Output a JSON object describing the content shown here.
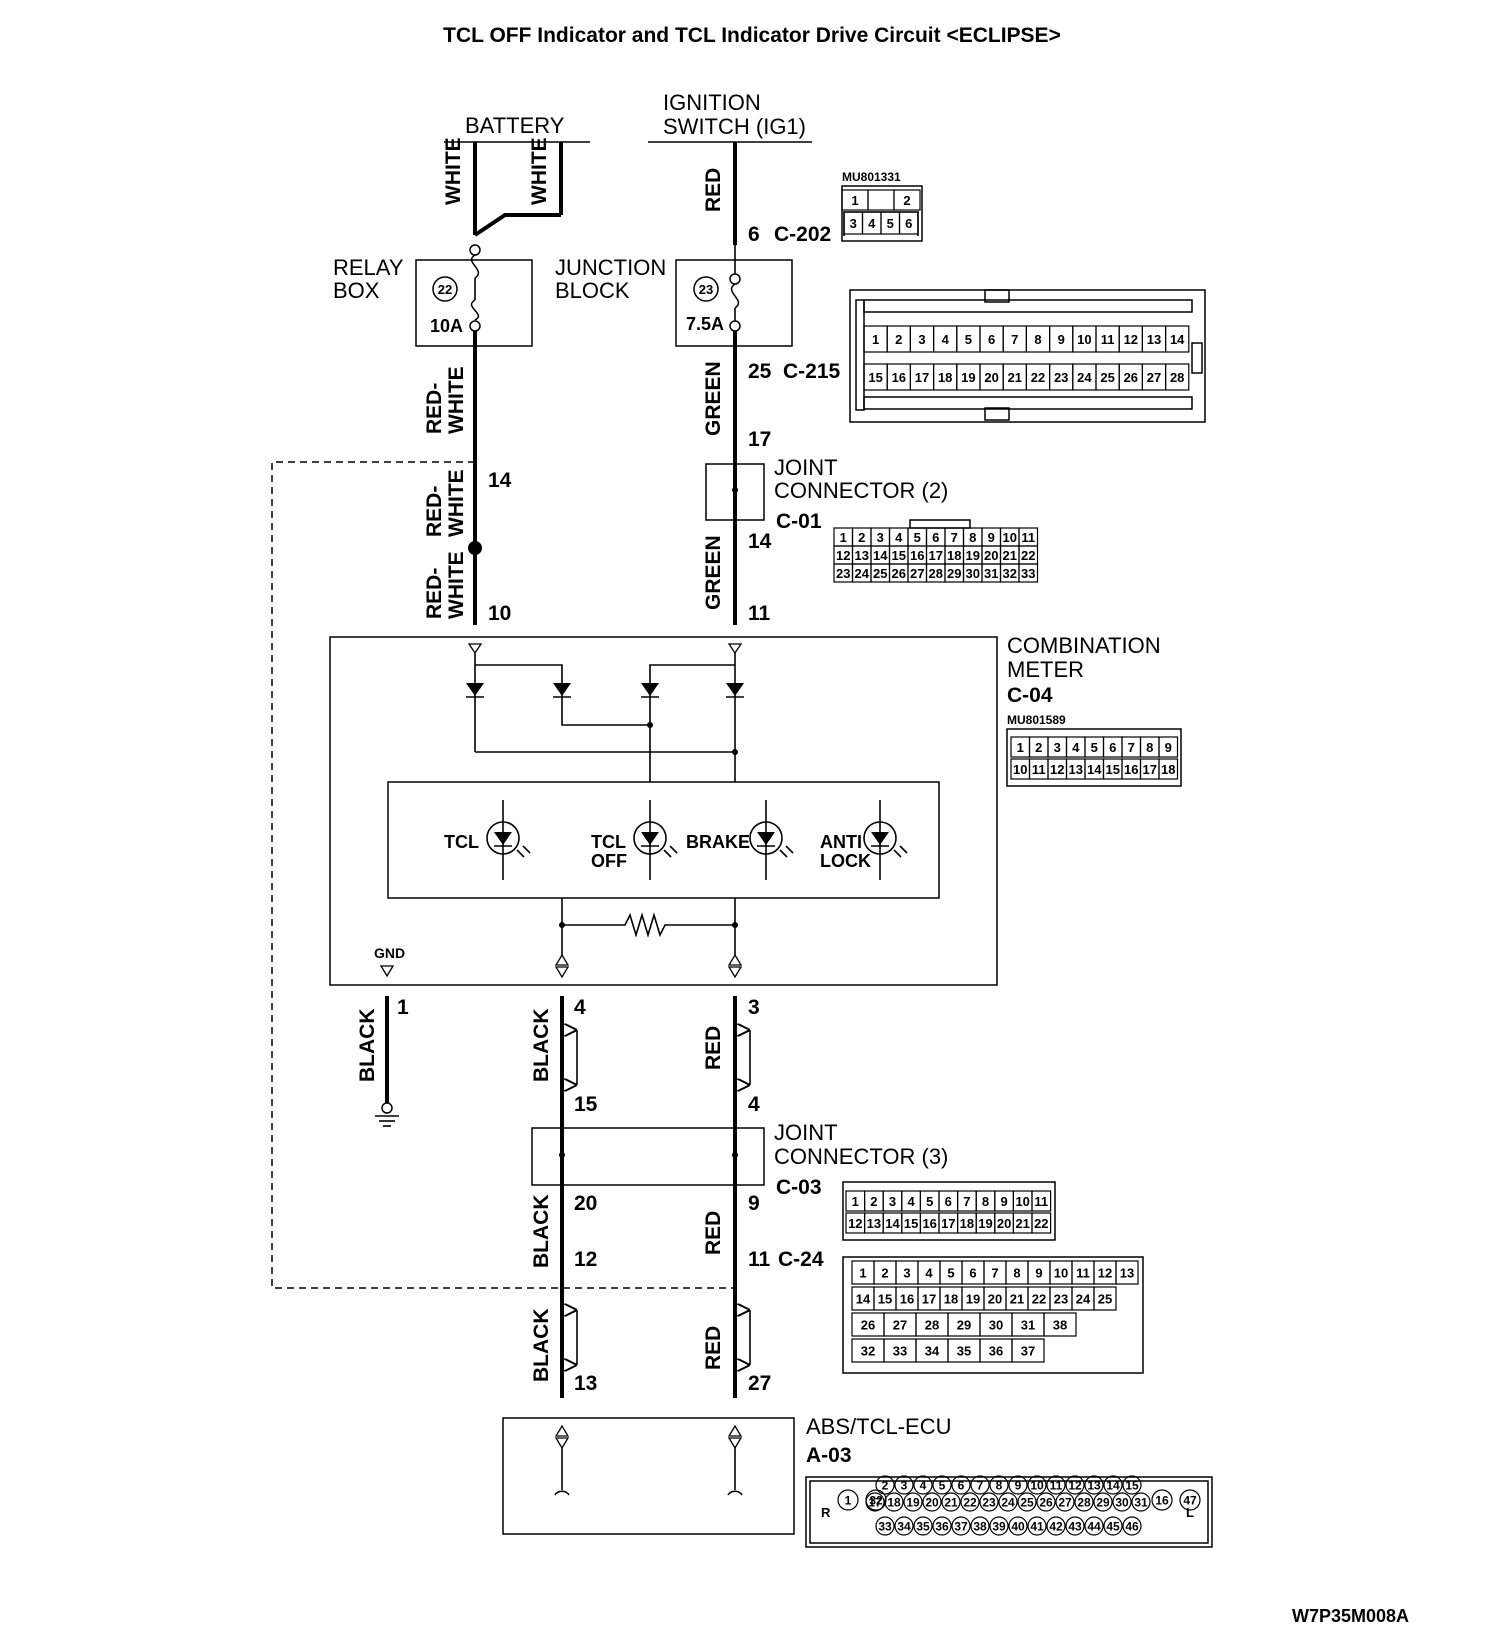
{
  "title": "TCL OFF Indicator and TCL Indicator Drive Circuit <ECLIPSE>",
  "figure_code": "W7P35M008A",
  "sources": {
    "battery": "BATTERY",
    "ignition_line1": "IGNITION",
    "ignition_line2": "SWITCH (IG1)"
  },
  "wires": {
    "white": "WHITE",
    "red": "RED",
    "red_white_1": "RED-",
    "red_white_2": "WHITE",
    "green": "GREEN",
    "black": "BLACK"
  },
  "relay_box": {
    "line1": "RELAY",
    "line2": "BOX",
    "fuse_no": "22",
    "fuse_rating": "10A"
  },
  "junction_block": {
    "line1": "JUNCTION",
    "line2": "BLOCK",
    "fuse_no": "23",
    "fuse_rating": "7.5A"
  },
  "joint2": {
    "line1": "JOINT",
    "line2": "CONNECTOR (2)",
    "code": "C-01"
  },
  "joint3": {
    "line1": "JOINT",
    "line2": "CONNECTOR (3)",
    "code": "C-03"
  },
  "meter": {
    "line1": "COMBINATION",
    "line2": "METER",
    "code": "C-04",
    "part": "MU801589",
    "gnd": "GND"
  },
  "ecu": {
    "name": "ABS/TCL-ECU",
    "code": "A-03"
  },
  "indicators": {
    "tcl": "TCL",
    "tcl_off_1": "TCL",
    "tcl_off_2": "OFF",
    "brake": "BRAKE",
    "antilock_1": "ANTI",
    "antilock_2": "LOCK"
  },
  "pins": {
    "p6": "6",
    "c202": "C-202",
    "p25": "25",
    "c215": "C-215",
    "p17": "17",
    "p14a": "14",
    "p14b": "14",
    "p10": "10",
    "p11a": "11",
    "p1": "1",
    "p4a": "4",
    "p3": "3",
    "p15": "15",
    "p4b": "4",
    "p20": "20",
    "p9": "9",
    "p12": "12",
    "p11b": "11",
    "c24": "C-24",
    "p13": "13",
    "p27": "27"
  },
  "conn_c202": {
    "part": "MU801331",
    "row1": [
      "1",
      "",
      "2"
    ],
    "row2": [
      "3",
      "4",
      "5",
      "6"
    ]
  },
  "conn_c215": {
    "row1": [
      "1",
      "2",
      "3",
      "4",
      "5",
      "6",
      "7",
      "8",
      "9",
      "10",
      "11",
      "12",
      "13",
      "14"
    ],
    "row2": [
      "15",
      "16",
      "17",
      "18",
      "19",
      "20",
      "21",
      "22",
      "23",
      "24",
      "25",
      "26",
      "27",
      "28"
    ]
  },
  "conn_c01": {
    "row1": [
      "1",
      "2",
      "3",
      "4",
      "5",
      "6",
      "7",
      "8",
      "9",
      "10",
      "11"
    ],
    "row2": [
      "12",
      "13",
      "14",
      "15",
      "16",
      "17",
      "18",
      "19",
      "20",
      "21",
      "22"
    ],
    "row3": [
      "23",
      "24",
      "25",
      "26",
      "27",
      "28",
      "29",
      "30",
      "31",
      "32",
      "33"
    ]
  },
  "conn_c04": {
    "row1": [
      "1",
      "2",
      "3",
      "4",
      "5",
      "6",
      "7",
      "8",
      "9"
    ],
    "row2": [
      "10",
      "11",
      "12",
      "13",
      "14",
      "15",
      "16",
      "17",
      "18"
    ]
  },
  "conn_c03": {
    "row1": [
      "1",
      "2",
      "3",
      "4",
      "5",
      "6",
      "7",
      "8",
      "9",
      "10",
      "11"
    ],
    "row2": [
      "12",
      "13",
      "14",
      "15",
      "16",
      "17",
      "18",
      "19",
      "20",
      "21",
      "22"
    ]
  },
  "conn_c24": {
    "row1": [
      "1",
      "2",
      "3",
      "4",
      "5",
      "6",
      "7",
      "8",
      "9",
      "10",
      "11",
      "12",
      "13"
    ],
    "row2": [
      "14",
      "15",
      "16",
      "17",
      "18",
      "19",
      "20",
      "21",
      "22",
      "23",
      "24",
      "25"
    ],
    "row3": [
      "26",
      "27",
      "28",
      "29",
      "30",
      "31",
      "38"
    ],
    "row4": [
      "32",
      "33",
      "34",
      "35",
      "36",
      "37"
    ]
  },
  "conn_a03": {
    "left_mark": "R",
    "right_mark": "L",
    "single_left": [
      "1",
      "32"
    ],
    "single_right": [
      "16",
      "47"
    ],
    "row1": [
      "2",
      "3",
      "4",
      "5",
      "6",
      "7",
      "8",
      "9",
      "10",
      "11",
      "12",
      "13",
      "14",
      "15"
    ],
    "row2": [
      "17",
      "18",
      "19",
      "20",
      "21",
      "22",
      "23",
      "24",
      "25",
      "26",
      "27",
      "28",
      "29",
      "30",
      "31"
    ],
    "row3": [
      "33",
      "34",
      "35",
      "36",
      "37",
      "38",
      "39",
      "40",
      "41",
      "42",
      "43",
      "44",
      "45",
      "46"
    ]
  }
}
